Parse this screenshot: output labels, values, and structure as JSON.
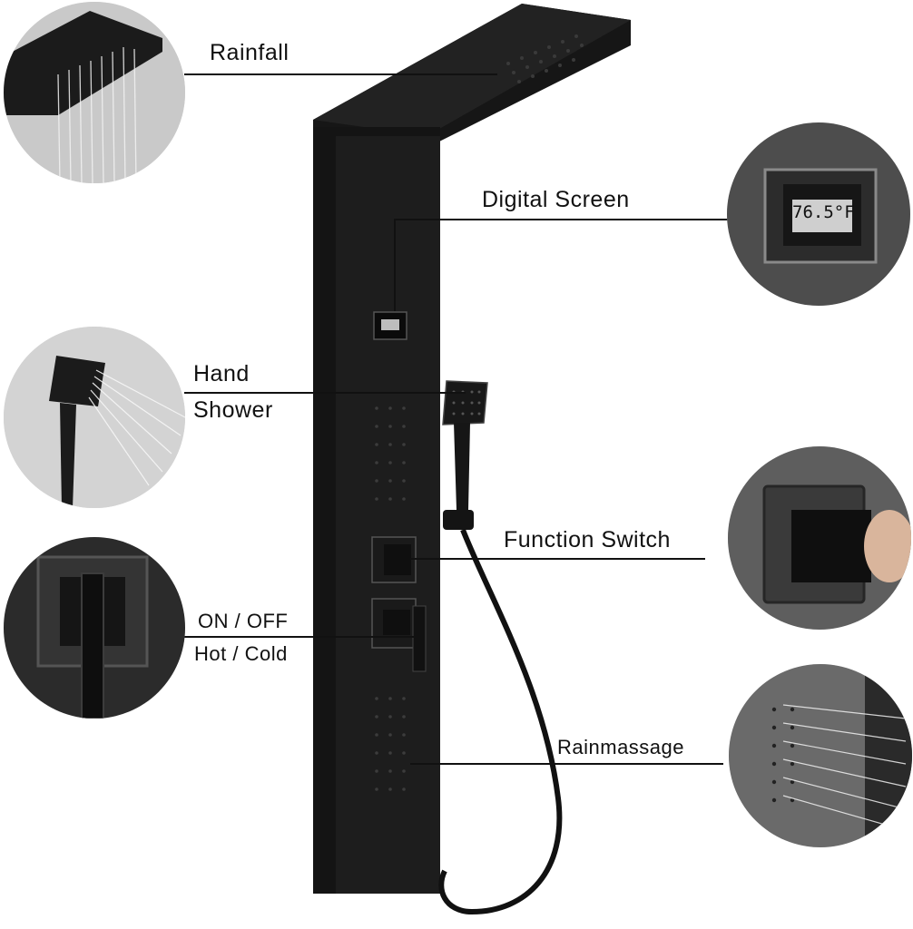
{
  "labels": {
    "rainfall": "Rainfall",
    "digital_screen": "Digital Screen",
    "hand_line1": "Hand",
    "hand_line2": "Shower",
    "function_switch": "Function Switch",
    "on_off": "ON / OFF",
    "hot_cold": "Hot / Cold",
    "rainmassage": "Rainmassage"
  },
  "display_reading": "76.5°F",
  "colors": {
    "panel": "#141414",
    "background": "#ffffff",
    "text": "#111111",
    "circle_light": "#d9d9d9",
    "circle_dark": "#5c5c5c"
  }
}
